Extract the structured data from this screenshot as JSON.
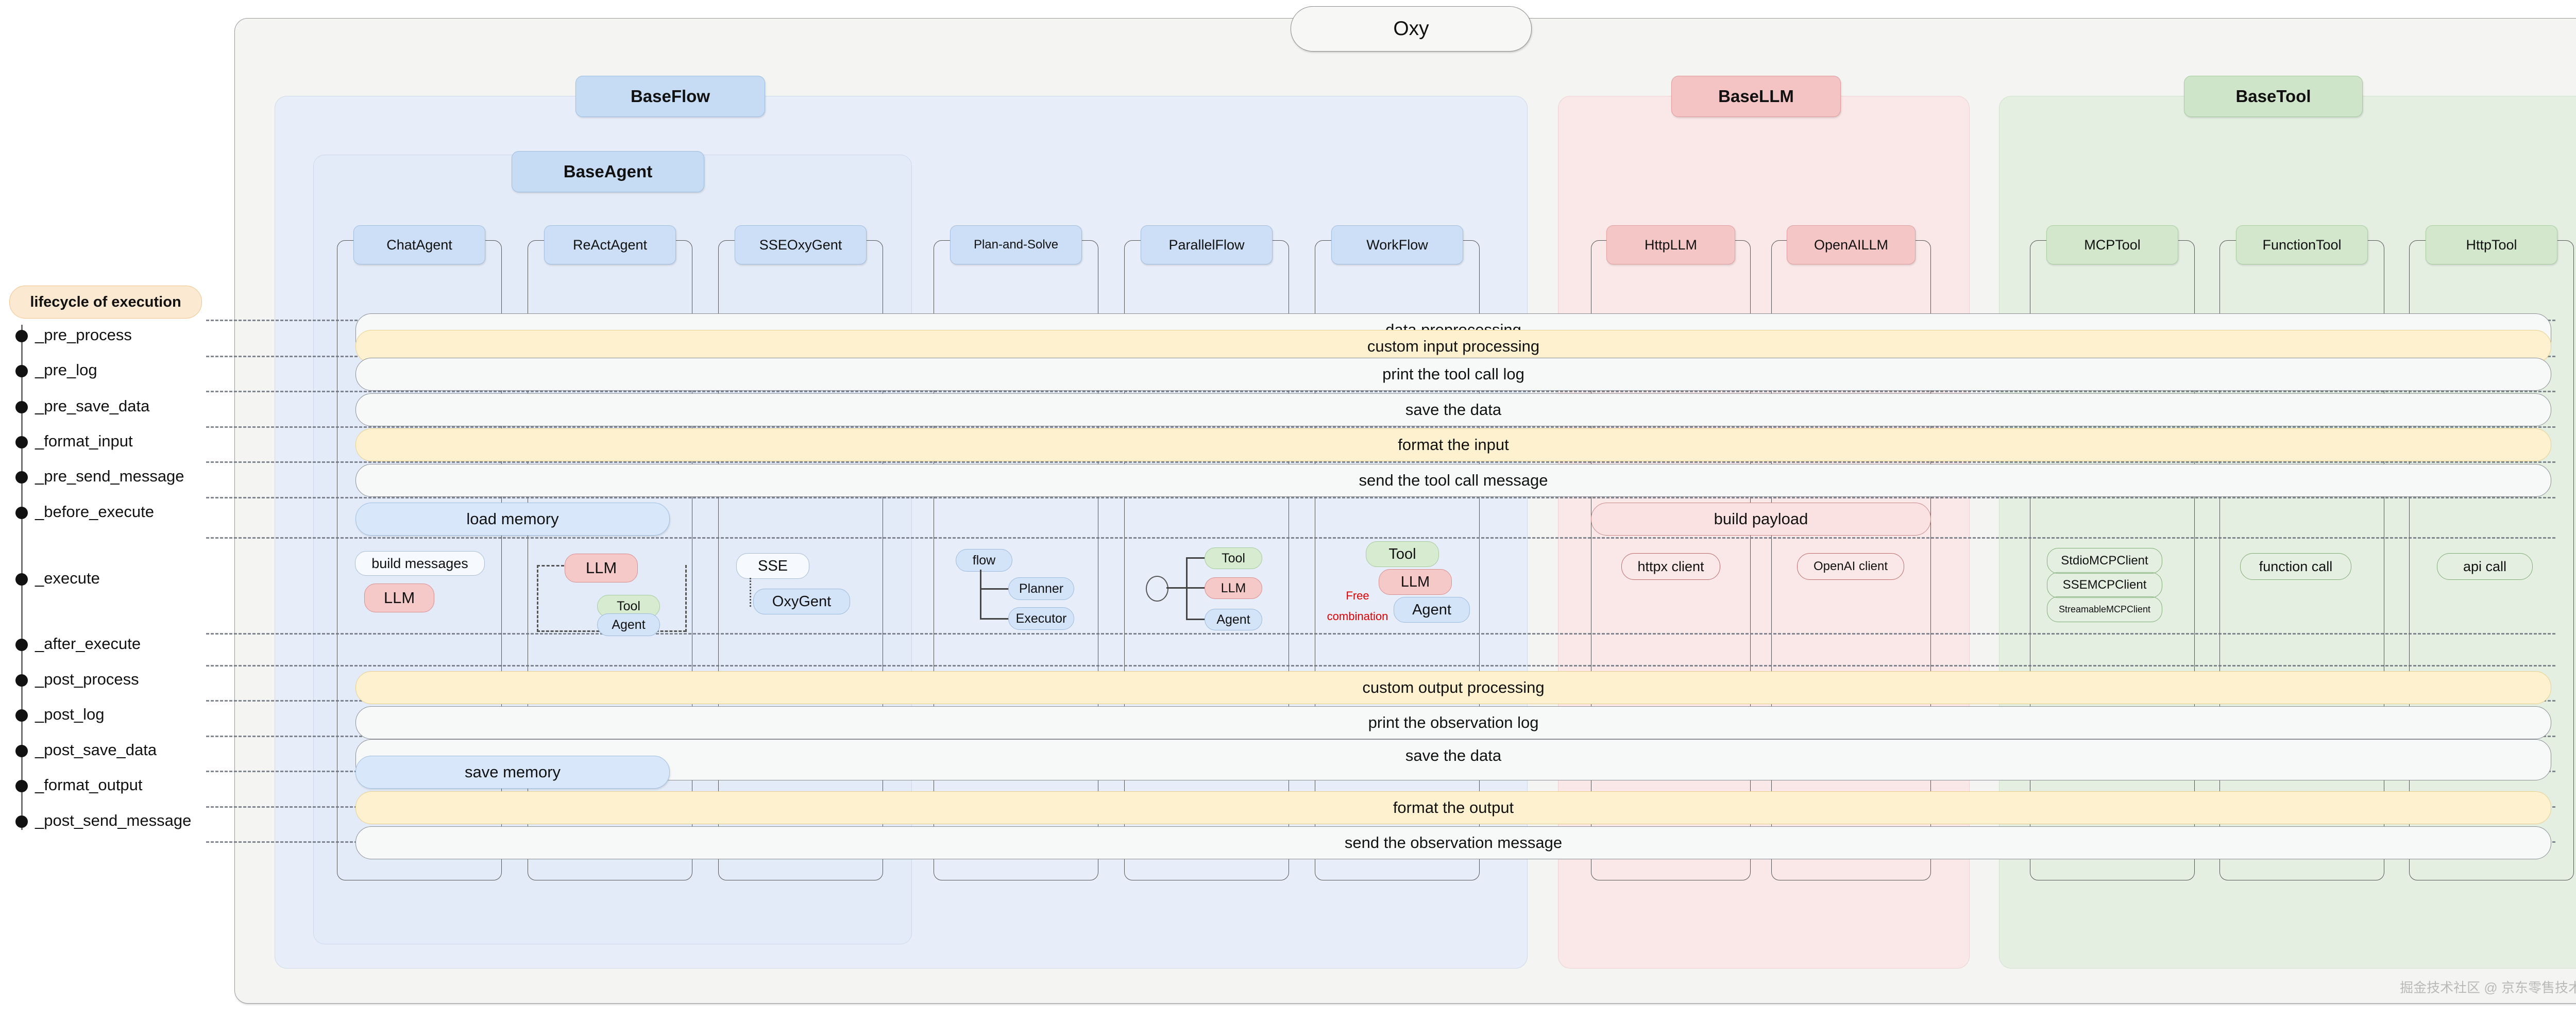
{
  "canvas": {
    "title": "Oxy",
    "watermark": "掘金技术社区 @ 京东零售技术"
  },
  "groups": [
    {
      "id": "flow",
      "label": "BaseFlow"
    },
    {
      "id": "agent",
      "label": "BaseAgent"
    },
    {
      "id": "llm",
      "label": "BaseLLM"
    },
    {
      "id": "tool",
      "label": "BaseTool"
    }
  ],
  "columns": [
    {
      "id": "chatagent",
      "label": "ChatAgent"
    },
    {
      "id": "reactagent",
      "label": "ReActAgent"
    },
    {
      "id": "sseoxygent",
      "label": "SSEOxyGent"
    },
    {
      "id": "plan-and-solve",
      "label": "Plan-and-Solve"
    },
    {
      "id": "parallelflow",
      "label": "ParallelFlow"
    },
    {
      "id": "workflow",
      "label": "WorkFlow"
    },
    {
      "id": "httpllm",
      "label": "HttpLLM"
    },
    {
      "id": "openaillm",
      "label": "OpenAILLM"
    },
    {
      "id": "mcptool",
      "label": "MCPTool"
    },
    {
      "id": "functiontool",
      "label": "FunctionTool"
    },
    {
      "id": "httptool",
      "label": "HttpTool"
    }
  ],
  "lifecycle": {
    "pill": "lifecycle of execution",
    "steps": [
      {
        "id": "pre_process",
        "label": "_pre_process"
      },
      {
        "id": "pre_log",
        "label": "_pre_log"
      },
      {
        "id": "pre_save_data",
        "label": "_pre_save_data"
      },
      {
        "id": "format_input",
        "label": "_format_input"
      },
      {
        "id": "pre_send_message",
        "label": "_pre_send_message"
      },
      {
        "id": "before_execute",
        "label": "_before_execute"
      },
      {
        "id": "execute",
        "label": "_execute"
      },
      {
        "id": "after_execute",
        "label": "_after_execute"
      },
      {
        "id": "post_process",
        "label": "_post_process"
      },
      {
        "id": "post_log",
        "label": "_post_log"
      },
      {
        "id": "post_save_data",
        "label": "_post_save_data"
      },
      {
        "id": "format_output",
        "label": "_format_output"
      },
      {
        "id": "post_send_message",
        "label": "_post_send_message"
      }
    ]
  },
  "bands": {
    "data_preprocessing": "data preprocessing",
    "custom_input_processing": "custom input processing",
    "print_tool_call_log": "print the tool call log",
    "save_the_data_pre": "save the data",
    "format_the_input": "format the input",
    "send_tool_call_message": "send the tool call message",
    "load_memory": "load memory",
    "build_payload": "build payload",
    "custom_output_processing": "custom output processing",
    "print_observation_log": "print the observation log",
    "save_the_data_post": "save the data",
    "save_memory": "save memory",
    "format_the_output": "format the output",
    "send_observation_message": "send the observation message"
  },
  "execute_cells": {
    "chatagent": {
      "build_messages": "build messages",
      "llm": "LLM"
    },
    "reactagent": {
      "llm": "LLM",
      "tool": "Tool",
      "agent": "Agent"
    },
    "sseoxygent": {
      "sse": "SSE",
      "oxygent": "OxyGent"
    },
    "plan_and_solve": {
      "flow": "flow",
      "planner": "Planner",
      "executor": "Executor"
    },
    "parallelflow": {
      "tool": "Tool",
      "llm": "LLM",
      "agent": "Agent"
    },
    "workflow": {
      "free_combination": "Free\ncombination",
      "free_line1": "Free",
      "free_line2": "combination",
      "tool": "Tool",
      "llm": "LLM",
      "agent": "Agent"
    },
    "httpllm": {
      "client": "httpx client"
    },
    "openaillm": {
      "client": "OpenAI client"
    },
    "mcptool": {
      "stdio": "StdioMCPClient",
      "sse": "SSEMCPClient",
      "streamable": "StreamableMCPClient"
    },
    "functiontool": {
      "call": "function call"
    },
    "httptool": {
      "call": "api call"
    }
  },
  "colors": {
    "flow_panel": "#e7eef9",
    "llm_panel": "#fae7e7",
    "tool_panel": "#e4efe2",
    "yellow_band": "#fdf1cf",
    "blue_pill": "#d3e3f8",
    "red_pill": "#f6c9c9",
    "green_pill": "#d6ebcf",
    "accent_red_text": "#e00000"
  }
}
